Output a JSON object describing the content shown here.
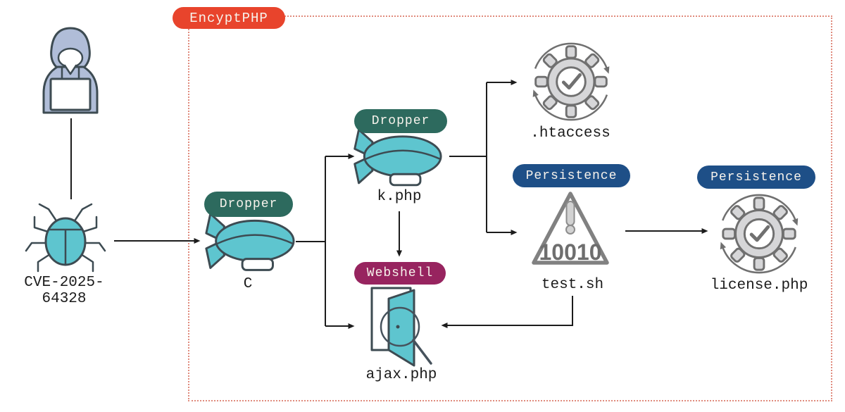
{
  "diagram": {
    "group_label": "EncyptPHP",
    "nodes": {
      "attacker": {
        "icon": "hacker-icon"
      },
      "vulnerability": {
        "icon": "bug-icon",
        "label": "CVE-2025-64328"
      },
      "dropper_c": {
        "badge": "Dropper",
        "icon": "blimp-icon",
        "label": "C"
      },
      "dropper_k": {
        "badge": "Dropper",
        "icon": "blimp-icon",
        "label": "k.php"
      },
      "htaccess": {
        "icon": "gear-check-icon",
        "label": ".htaccess"
      },
      "test_sh": {
        "badge": "Persistence",
        "icon": "warning-triangle-icon",
        "icon_code": "10010",
        "label": "test.sh"
      },
      "license_php": {
        "badge": "Persistence",
        "icon": "gear-check-icon",
        "label": "license.php"
      },
      "ajax_php": {
        "badge": "Webshell",
        "icon": "door-magnifier-icon",
        "label": "ajax.php"
      }
    },
    "edges": [
      {
        "from": "attacker",
        "to": "vulnerability"
      },
      {
        "from": "vulnerability",
        "to": "dropper_c"
      },
      {
        "from": "dropper_c",
        "to": "dropper_k"
      },
      {
        "from": "dropper_c",
        "to": "ajax_php"
      },
      {
        "from": "dropper_k",
        "to": "htaccess"
      },
      {
        "from": "dropper_k",
        "to": "test_sh"
      },
      {
        "from": "dropper_k",
        "to": "ajax_php"
      },
      {
        "from": "test_sh",
        "to": "license_php"
      },
      {
        "from": "test_sh",
        "to": "ajax_php"
      }
    ],
    "colors": {
      "teal": "#5ec5cf",
      "outline": "#3d4b52",
      "badge_dropper": "#2d6a5e",
      "badge_persistence": "#1e4f87",
      "badge_webshell": "#97245f",
      "group_badge": "#e8442c",
      "group_border": "#e08b7d",
      "pill_text": "#f7f3ec",
      "gear_fill": "#d6d6d8",
      "gear_stroke": "#707070",
      "hoodie_fill": "#b0bdd8",
      "arrow": "#1c1c1c",
      "label_text": "#1b1b1b",
      "triangle_stroke": "#818181",
      "triangle_text": "#6e6e6e"
    }
  }
}
